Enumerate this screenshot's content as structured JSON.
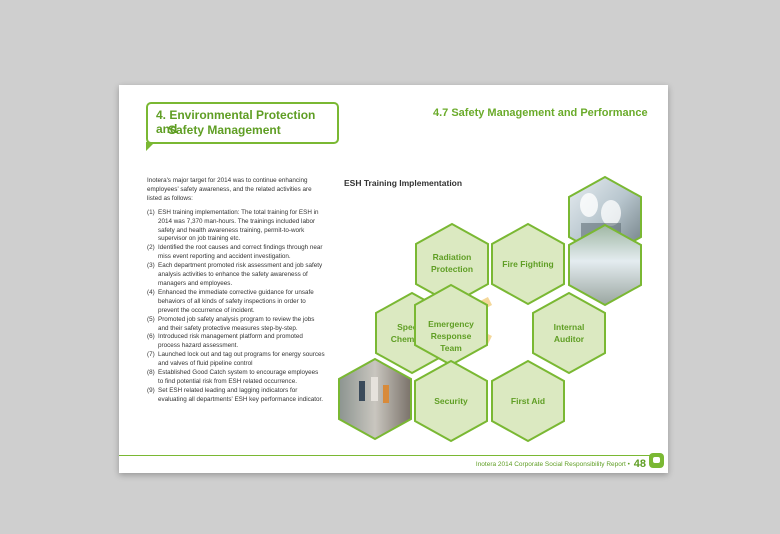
{
  "chapter": {
    "line1": "4. Environmental Protection and",
    "line2": "Safety Management"
  },
  "section_title": "4.7 Safety Management and Performance",
  "intro": "Inotera's major target for 2014 was to continue enhancing employees' safety awareness, and the related activities are listed as follows:",
  "items": [
    {
      "num": "(1)",
      "text": "ESH training implementation: The total training for ESH in 2014 was 7,370 man-hours. The trainings included labor safety and health awareness training, permit-to-work supervisor on job training etc."
    },
    {
      "num": "(2)",
      "text": "Identified the root causes and correct findings through near miss event reporting and accident investigation."
    },
    {
      "num": "(3)",
      "text": "Each department promoted risk assessment and job safety analysis activities to enhance the safety awareness of managers and employees."
    },
    {
      "num": "(4)",
      "text": "Enhanced the immediate corrective guidance for unsafe behaviors of all kinds of safety inspections in order to prevent the occurrence of incident."
    },
    {
      "num": "(5)",
      "text": "Promoted job safety analysis program to review the jobs and their safety protective measures step-by-step."
    },
    {
      "num": "(6)",
      "text": "Introduced risk management platform and promoted process hazard assessment."
    },
    {
      "num": "(7)",
      "text": "Launched lock out and tag out programs for energy sources and valves of fluid pipeline control"
    },
    {
      "num": "(8)",
      "text": "Established Good Catch system to encourage employees to find potential risk from ESH related occurrence."
    },
    {
      "num": "(9)",
      "text": "Set ESH related leading and lagging indicators for evaluating all departments' ESH key performance indicator."
    }
  ],
  "esh_title": "ESH Training Implementation",
  "hexagons": {
    "radiation": [
      "Radiation",
      "Protection"
    ],
    "fire": [
      "Fire Fighting"
    ],
    "special": [
      "Special",
      "Chemicals"
    ],
    "emergency": [
      "Emergency",
      "Response",
      "Team"
    ],
    "internal": [
      "Internal",
      "Auditor"
    ],
    "security": [
      "Security"
    ],
    "firstaid": [
      "First Aid"
    ]
  },
  "footer": {
    "report": "Inotera 2014 Corporate Social Responsibility Report",
    "bullet": "•",
    "page": "48"
  },
  "colors": {
    "green": "#7ab833",
    "green_dark": "#5f9e24",
    "hex_fill": "#dbe9c1",
    "connector": "#f4d79a"
  }
}
